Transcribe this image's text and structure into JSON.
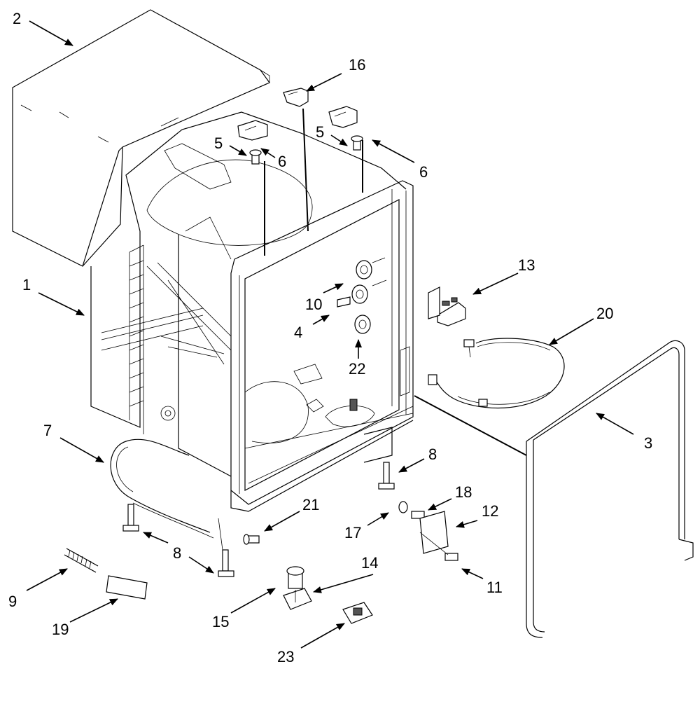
{
  "diagram": {
    "callouts": [
      {
        "id": "c1",
        "text": "1"
      },
      {
        "id": "c2",
        "text": "2"
      },
      {
        "id": "c3",
        "text": "3"
      },
      {
        "id": "c4",
        "text": "4"
      },
      {
        "id": "c5a",
        "text": "5"
      },
      {
        "id": "c5b",
        "text": "5"
      },
      {
        "id": "c6a",
        "text": "6"
      },
      {
        "id": "c6b",
        "text": "6"
      },
      {
        "id": "c7",
        "text": "7"
      },
      {
        "id": "c8a",
        "text": "8"
      },
      {
        "id": "c8b",
        "text": "8"
      },
      {
        "id": "c9",
        "text": "9"
      },
      {
        "id": "c10",
        "text": "10"
      },
      {
        "id": "c11",
        "text": "11"
      },
      {
        "id": "c12",
        "text": "12"
      },
      {
        "id": "c13",
        "text": "13"
      },
      {
        "id": "c14",
        "text": "14"
      },
      {
        "id": "c15",
        "text": "15"
      },
      {
        "id": "c16",
        "text": "16"
      },
      {
        "id": "c17",
        "text": "17"
      },
      {
        "id": "c18",
        "text": "18"
      },
      {
        "id": "c19",
        "text": "19"
      },
      {
        "id": "c20",
        "text": "20"
      },
      {
        "id": "c21",
        "text": "21"
      },
      {
        "id": "c22",
        "text": "22"
      },
      {
        "id": "c23",
        "text": "23"
      }
    ],
    "line_color": "#000000",
    "background": "#ffffff"
  }
}
